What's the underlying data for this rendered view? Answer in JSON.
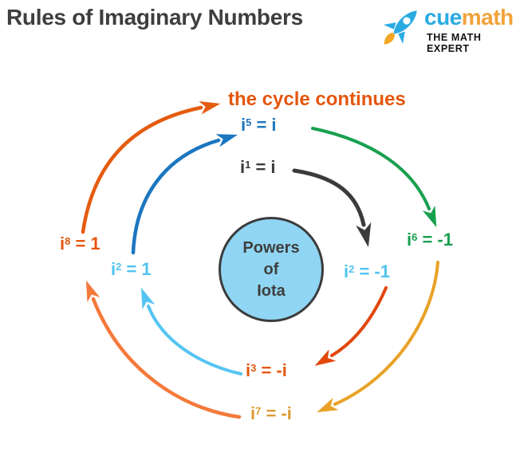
{
  "title": "Rules of Imaginary Numbers",
  "logo": {
    "icon": "rocket-icon",
    "brand_part1": "cue",
    "brand_part2": "math",
    "tagline": "THE MATH EXPERT",
    "colors": {
      "cue": "#29ABE2",
      "math": "#F2A33A",
      "tagline": "#111111",
      "rocket": "#29ABE2",
      "flame": "#F5A623"
    }
  },
  "diagram": {
    "cycle_note": {
      "text": "the cycle continues",
      "color": "#E4570E"
    },
    "center_circle": {
      "line1": "Powers",
      "line2": "of",
      "line3": "Iota",
      "fill": "#90D5F3",
      "border": "#3B3B3B"
    },
    "labels": {
      "i5": {
        "base": "i",
        "sup": "5",
        "rhs": " = i",
        "color": "#1B76C0"
      },
      "i1": {
        "base": "i",
        "sup": "1",
        "rhs": " = i",
        "color": "#3B3B3B"
      },
      "i6": {
        "base": "i",
        "sup": "6",
        "rhs": " = -1",
        "color": "#18A04F"
      },
      "i2_neg": {
        "base": "i",
        "sup": "2",
        "rhs": " = -1",
        "color": "#4FC3F0"
      },
      "i2_pos": {
        "base": "i",
        "sup": "2",
        "rhs": " = 1",
        "color": "#4FC3F0"
      },
      "i8": {
        "base": "i",
        "sup": "8",
        "rhs": " = 1",
        "color": "#E4570E"
      },
      "i3": {
        "base": "i",
        "sup": "3",
        "rhs": " = -i",
        "color": "#E4570E"
      },
      "i7": {
        "base": "i",
        "sup": "7",
        "rhs": " = -i",
        "color": "#DB9A31"
      }
    },
    "arrows": {
      "i1_to_i2_neg": {
        "color": "#3B3B3B"
      },
      "i2_neg_to_i3": {
        "color": "#E1470C"
      },
      "i3_to_i2_pos": {
        "color": "#55C4F2"
      },
      "i2_pos_to_i5": {
        "color": "#1B76C0"
      },
      "i5_to_i6": {
        "color": "#18A04F"
      },
      "i6_to_i7": {
        "color": "#E9A227"
      },
      "i7_to_i8": {
        "color": "#F5793B"
      },
      "i8_to_cycle": {
        "color": "#E55B0F"
      }
    }
  }
}
